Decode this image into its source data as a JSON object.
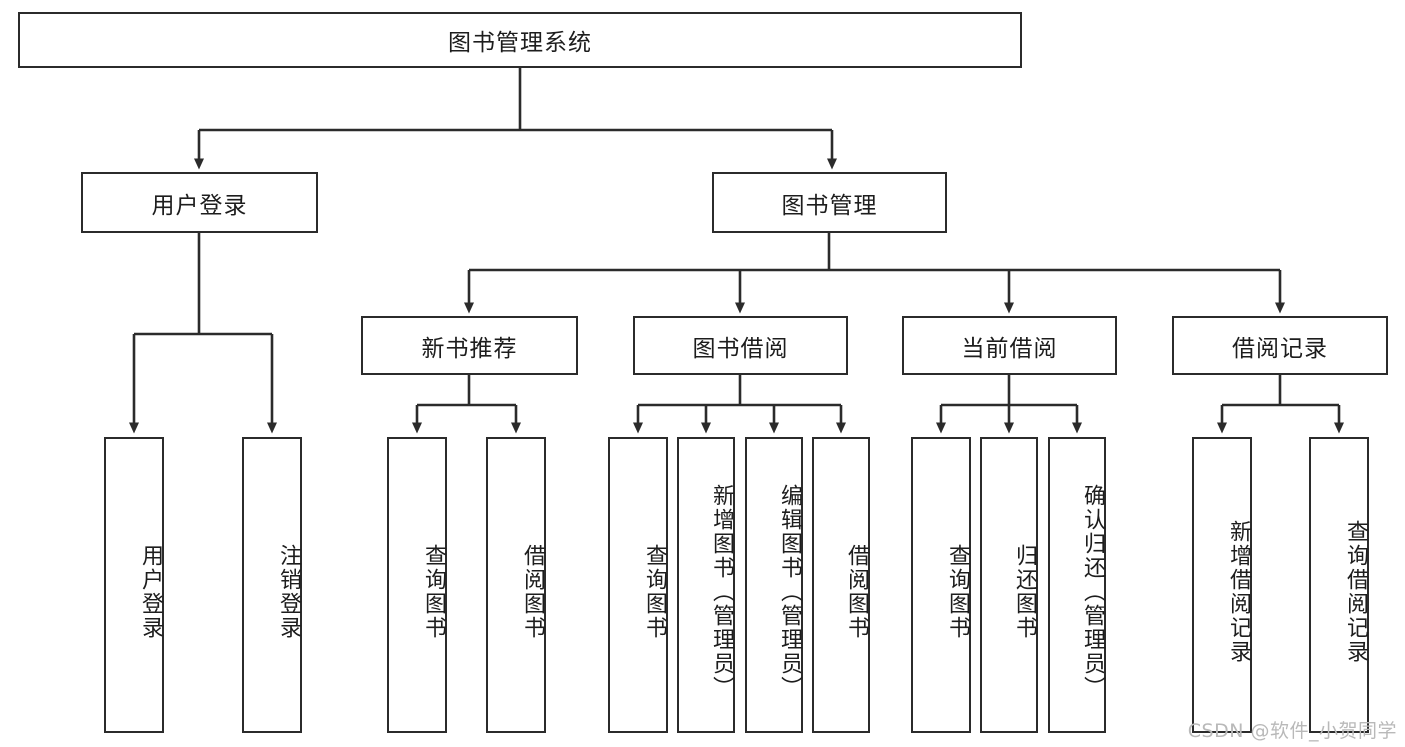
{
  "diagram": {
    "title": "图书管理系统",
    "root": {
      "label": "图书管理系统"
    },
    "level1": [
      {
        "label": "用户登录"
      },
      {
        "label": "图书管理"
      }
    ],
    "level2": [
      {
        "label": "新书推荐"
      },
      {
        "label": "图书借阅"
      },
      {
        "label": "当前借阅"
      },
      {
        "label": "借阅记录"
      }
    ],
    "leaves": {
      "user_login": [
        {
          "label": "用户登录"
        },
        {
          "label": "注销登录"
        }
      ],
      "new_book_recommend": [
        {
          "label": "查询图书"
        },
        {
          "label": "借阅图书"
        }
      ],
      "book_borrow": [
        {
          "label": "查询图书"
        },
        {
          "label": "新增图书（管理员）"
        },
        {
          "label": "编辑图书（管理员）"
        },
        {
          "label": "借阅图书"
        }
      ],
      "current_borrow": [
        {
          "label": "查询图书"
        },
        {
          "label": "归还图书"
        },
        {
          "label": "确认归还（管理员）"
        }
      ],
      "borrow_record": [
        {
          "label": "新增借阅记录"
        },
        {
          "label": "查询借阅记录"
        }
      ]
    }
  },
  "watermark": {
    "text": "CSDN @软件_小贺同学"
  },
  "colors": {
    "stroke": "#2b2b2b",
    "fill": "#ffffff",
    "text": "#1d1d1d",
    "watermark": "#b9b9b9"
  }
}
